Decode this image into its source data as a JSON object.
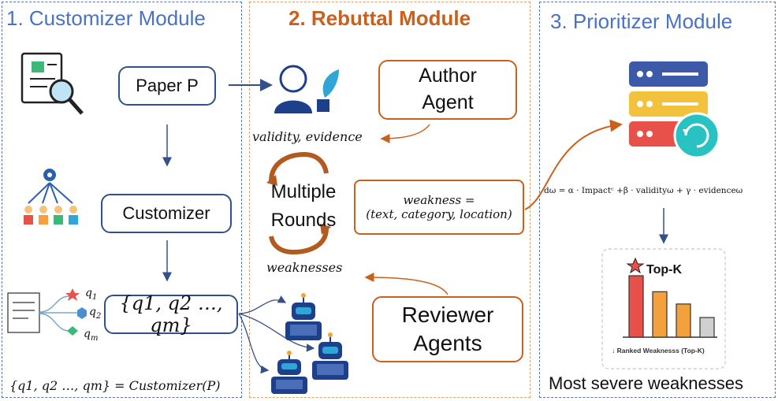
{
  "modules": {
    "customizer": "1. Customizer Module",
    "rebuttal": "2. Rebuttal Module",
    "prioritizer": "3. Prioritizer Module"
  },
  "customizer": {
    "paper_label": "Paper P",
    "customizer_label": "Customizer",
    "q1": "q",
    "q1_sub": "1",
    "q2": "q",
    "q2_sub": "2",
    "qm": "q",
    "qm_sub": "m",
    "questions_set": "{q1, q2 …, qm}",
    "equation": "{q1, q2 …, qm} = Customizer(P)"
  },
  "rebuttal": {
    "author_agent": "Author\nAgent",
    "validity_evidence": "validity, evidence",
    "multiple_rounds": "Multiple\nRounds",
    "weakness_def_line1": "weakness =",
    "weakness_def_line2": "(text, category, location)",
    "weaknesses": "weaknesses",
    "reviewer_agents": "Reviewer\nAgents"
  },
  "prioritizer": {
    "formula": "dω = α · Impactᶜ +β · validityω + γ · evidenceω",
    "topk_title": "Top-K",
    "chart_caption": "↓ Ranked Weaknesss (Top-K)",
    "footer": "Most severe weaknesses"
  },
  "colors": {
    "blue": "#4a72c4",
    "navy": "#34508a",
    "orange": "#c9601c",
    "bar_red": "#e8504a",
    "bar_orange": "#f2a13c",
    "bar_grey": "#cfcfcf"
  }
}
